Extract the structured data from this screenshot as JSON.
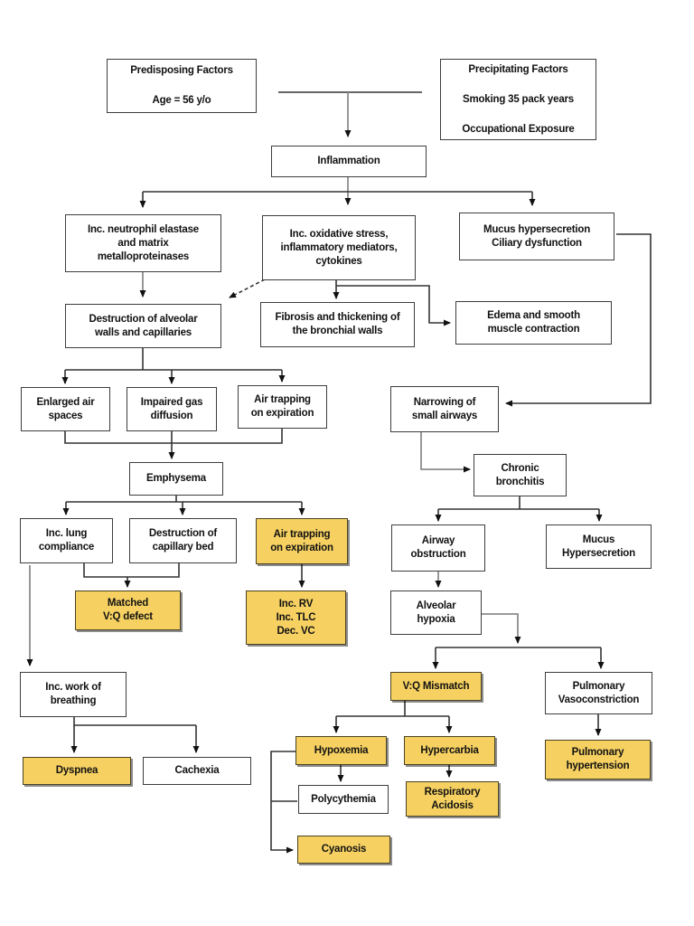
{
  "colors": {
    "highlight_fill": "#F6D162",
    "highlight_border": "#4A4322",
    "box_border": "#3D3D3D",
    "line_dark": "#333333",
    "line_gray": "#8C8C8C",
    "text": "#111111",
    "background": "#FFFFFF"
  },
  "nodes": {
    "predisposing": {
      "label": "Predisposing Factors\n\nAge = 56 y/o",
      "highlighted": false
    },
    "precipitating": {
      "label": "Precipitating Factors\n\nSmoking 35 pack years\n\nOccupational Exposure",
      "highlighted": false
    },
    "inflammation": {
      "label": "Inflammation",
      "highlighted": false
    },
    "neutrophil": {
      "label": "Inc. neutrophil elastase\nand matrix\nmetalloproteinases",
      "highlighted": false
    },
    "oxidative": {
      "label": "Inc. oxidative stress,\ninflammatory mediators,\ncytokines",
      "highlighted": false
    },
    "mucus_ciliary": {
      "label": "Mucus hypersecretion\nCiliary dysfunction",
      "highlighted": false
    },
    "destruction_alveolar": {
      "label": "Destruction of alveolar\nwalls and capillaries",
      "highlighted": false
    },
    "fibrosis": {
      "label": "Fibrosis and thickening of\nthe bronchial walls",
      "highlighted": false
    },
    "edema": {
      "label": "Edema and smooth\nmuscle contraction",
      "highlighted": false
    },
    "enlarged": {
      "label": "Enlarged air\nspaces",
      "highlighted": false
    },
    "impaired": {
      "label": "Impaired gas\ndiffusion",
      "highlighted": false
    },
    "air_trapping": {
      "label": "Air trapping\non expiration",
      "highlighted": false
    },
    "narrowing": {
      "label": "Narrowing of\nsmall airways",
      "highlighted": false
    },
    "emphysema": {
      "label": "Emphysema",
      "highlighted": false
    },
    "chronic_bronchitis": {
      "label": "Chronic\nbronchitis",
      "highlighted": false
    },
    "inc_lung_compliance": {
      "label": "Inc. lung\ncompliance",
      "highlighted": false
    },
    "destruction_capillary": {
      "label": "Destruction of\ncapillary bed",
      "highlighted": false
    },
    "air_trapping_hl": {
      "label": "Air trapping\non expiration",
      "highlighted": true
    },
    "airway_obstruction": {
      "label": "Airway\nobstruction",
      "highlighted": false
    },
    "mucus_hypersecretion": {
      "label": "Mucus\nHypersecretion",
      "highlighted": false
    },
    "matched_vq": {
      "label": "Matched\nV:Q defect",
      "highlighted": true
    },
    "lung_volumes": {
      "label": "Inc. RV\nInc. TLC\nDec. VC",
      "highlighted": true
    },
    "alveolar_hypoxia": {
      "label": "Alveolar\nhypoxia",
      "highlighted": false
    },
    "inc_work": {
      "label": "Inc. work of\nbreathing",
      "highlighted": false
    },
    "vq_mismatch": {
      "label": "V:Q Mismatch",
      "highlighted": true
    },
    "pulm_vaso": {
      "label": "Pulmonary\nVasoconstriction",
      "highlighted": false
    },
    "dyspnea": {
      "label": "Dyspnea",
      "highlighted": true
    },
    "cachexia": {
      "label": "Cachexia",
      "highlighted": false
    },
    "hypoxemia": {
      "label": "Hypoxemia",
      "highlighted": true
    },
    "hypercarbia": {
      "label": "Hypercarbia",
      "highlighted": true
    },
    "pulm_htn": {
      "label": "Pulmonary\nhypertension",
      "highlighted": true
    },
    "polycythemia": {
      "label": "Polycythemia",
      "highlighted": false
    },
    "resp_acidosis": {
      "label": "Respiratory\nAcidosis",
      "highlighted": true
    },
    "cyanosis": {
      "label": "Cyanosis",
      "highlighted": true
    }
  },
  "edges": [
    {
      "from": "predisposing",
      "to": "inflammation",
      "style": "solid"
    },
    {
      "from": "precipitating",
      "to": "inflammation",
      "style": "solid"
    },
    {
      "from": "inflammation",
      "to": "neutrophil",
      "style": "solid"
    },
    {
      "from": "inflammation",
      "to": "oxidative",
      "style": "solid"
    },
    {
      "from": "inflammation",
      "to": "mucus_ciliary",
      "style": "solid"
    },
    {
      "from": "neutrophil",
      "to": "destruction_alveolar",
      "style": "solid"
    },
    {
      "from": "oxidative",
      "to": "destruction_alveolar",
      "style": "dashed"
    },
    {
      "from": "oxidative",
      "to": "fibrosis",
      "style": "solid"
    },
    {
      "from": "oxidative",
      "to": "edema",
      "style": "solid"
    },
    {
      "from": "mucus_ciliary",
      "to": "narrowing",
      "style": "solid"
    },
    {
      "from": "destruction_alveolar",
      "to": "enlarged",
      "style": "solid"
    },
    {
      "from": "destruction_alveolar",
      "to": "impaired",
      "style": "solid"
    },
    {
      "from": "destruction_alveolar",
      "to": "air_trapping",
      "style": "solid"
    },
    {
      "from": "enlarged",
      "to": "emphysema",
      "style": "solid"
    },
    {
      "from": "impaired",
      "to": "emphysema",
      "style": "solid"
    },
    {
      "from": "air_trapping",
      "to": "emphysema",
      "style": "solid"
    },
    {
      "from": "emphysema",
      "to": "inc_lung_compliance",
      "style": "solid"
    },
    {
      "from": "emphysema",
      "to": "destruction_capillary",
      "style": "solid"
    },
    {
      "from": "emphysema",
      "to": "air_trapping_hl",
      "style": "solid"
    },
    {
      "from": "inc_lung_compliance",
      "to": "matched_vq",
      "style": "solid"
    },
    {
      "from": "destruction_capillary",
      "to": "matched_vq",
      "style": "solid"
    },
    {
      "from": "air_trapping_hl",
      "to": "lung_volumes",
      "style": "solid"
    },
    {
      "from": "inc_lung_compliance",
      "to": "inc_work",
      "style": "solid"
    },
    {
      "from": "inc_work",
      "to": "dyspnea",
      "style": "solid"
    },
    {
      "from": "inc_work",
      "to": "cachexia",
      "style": "solid"
    },
    {
      "from": "narrowing",
      "to": "chronic_bronchitis",
      "style": "solid"
    },
    {
      "from": "chronic_bronchitis",
      "to": "airway_obstruction",
      "style": "solid"
    },
    {
      "from": "chronic_bronchitis",
      "to": "mucus_hypersecretion",
      "style": "solid"
    },
    {
      "from": "airway_obstruction",
      "to": "alveolar_hypoxia",
      "style": "solid"
    },
    {
      "from": "alveolar_hypoxia",
      "to": "vq_mismatch",
      "style": "solid"
    },
    {
      "from": "alveolar_hypoxia",
      "to": "pulm_vaso",
      "style": "solid"
    },
    {
      "from": "vq_mismatch",
      "to": "hypoxemia",
      "style": "solid"
    },
    {
      "from": "vq_mismatch",
      "to": "hypercarbia",
      "style": "solid"
    },
    {
      "from": "hypoxemia",
      "to": "polycythemia",
      "style": "solid"
    },
    {
      "from": "hypoxemia",
      "to": "cyanosis",
      "style": "solid"
    },
    {
      "from": "hypercarbia",
      "to": "resp_acidosis",
      "style": "solid"
    },
    {
      "from": "pulm_vaso",
      "to": "pulm_htn",
      "style": "solid"
    }
  ]
}
